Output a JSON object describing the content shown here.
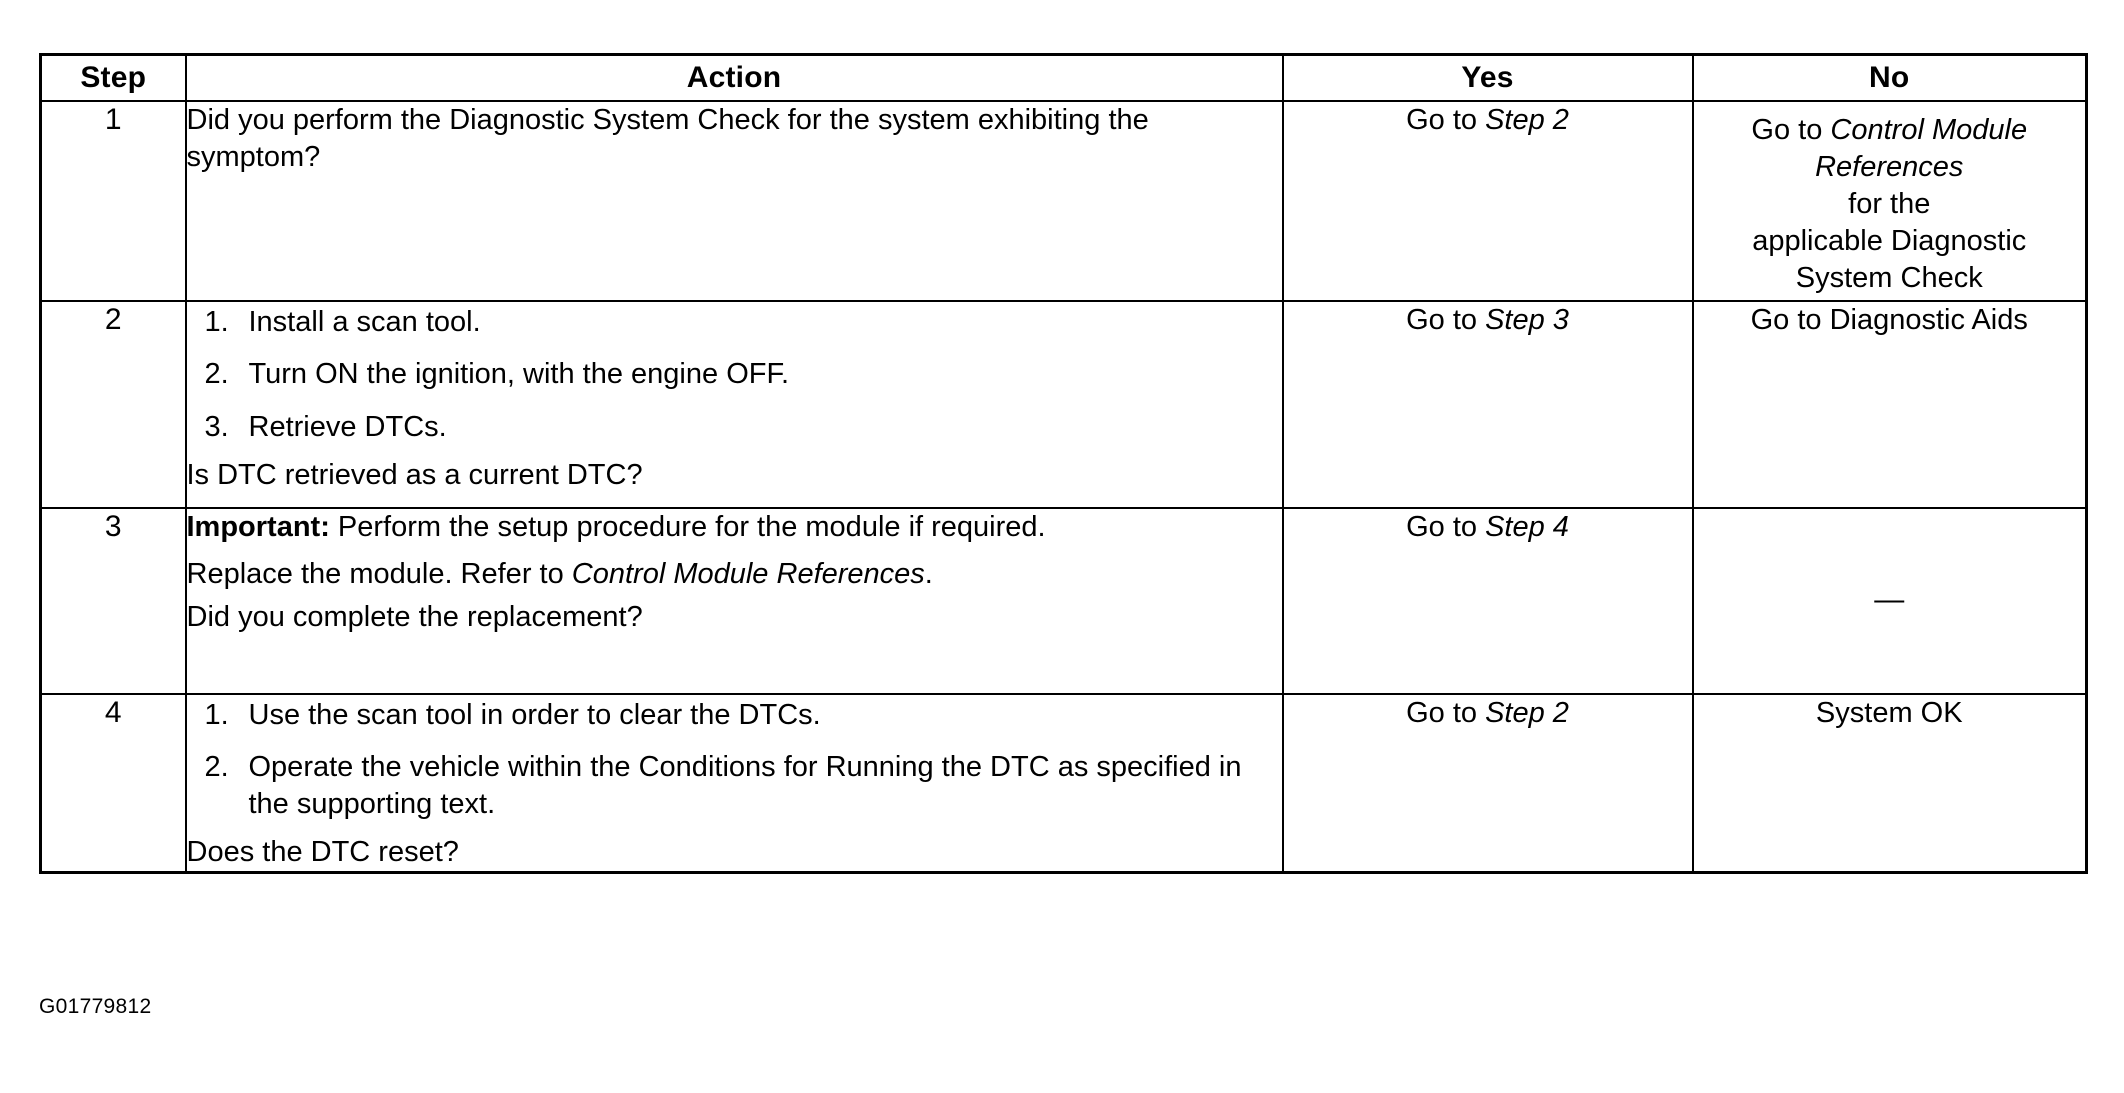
{
  "document": {
    "figure_id": "G01779812"
  },
  "table": {
    "headers": {
      "step": "Step",
      "action": "Action",
      "yes": "Yes",
      "no": "No"
    },
    "rows": [
      {
        "step": "1",
        "action": {
          "lead_text": "Did you perform the Diagnostic System Check for the system exhibiting the symptom?",
          "tail_text": ""
        },
        "yes": {
          "prefix": "Go to ",
          "italic": "Step 2",
          "suffix": ""
        },
        "no": {
          "line1_prefix": "Go to ",
          "line1_italic": "Control Module",
          "line2_italic": "References",
          "line3": "for the",
          "line4": "applicable Diagnostic",
          "line5": "System Check"
        }
      },
      {
        "step": "2",
        "action": {
          "items": [
            {
              "num": "1.",
              "text": "Install a scan tool."
            },
            {
              "num": "2.",
              "text": "Turn ON the ignition, with the engine OFF."
            },
            {
              "num": "3.",
              "text": "Retrieve DTCs."
            }
          ],
          "tail_text": "Is DTC retrieved as a current DTC?"
        },
        "yes": {
          "prefix": "Go to ",
          "italic": "Step 3",
          "suffix": ""
        },
        "no": {
          "text": "Go to Diagnostic Aids"
        }
      },
      {
        "step": "3",
        "action": {
          "important_label": "Important:",
          "important_text": " Perform the setup procedure for the module if required.",
          "replace_prefix": "Replace the module. Refer to ",
          "replace_italic": "Control Module References",
          "replace_suffix": ".",
          "tail_text": "Did you complete the replacement?"
        },
        "yes": {
          "prefix": "Go to ",
          "italic": "Step 4",
          "suffix": ""
        },
        "no": {
          "text": "—"
        }
      },
      {
        "step": "4",
        "action": {
          "items": [
            {
              "num": "1.",
              "text": "Use the scan tool in order to clear the DTCs."
            },
            {
              "num": "2.",
              "text": "Operate the vehicle within the Conditions for Running the DTC as specified in the supporting text."
            }
          ],
          "tail_text": "Does the DTC reset?"
        },
        "yes": {
          "prefix": "Go to ",
          "italic": "Step 2",
          "suffix": ""
        },
        "no": {
          "text": "System OK"
        }
      }
    ]
  },
  "colors": {
    "ink": "#000000",
    "paper": "#ffffff"
  }
}
